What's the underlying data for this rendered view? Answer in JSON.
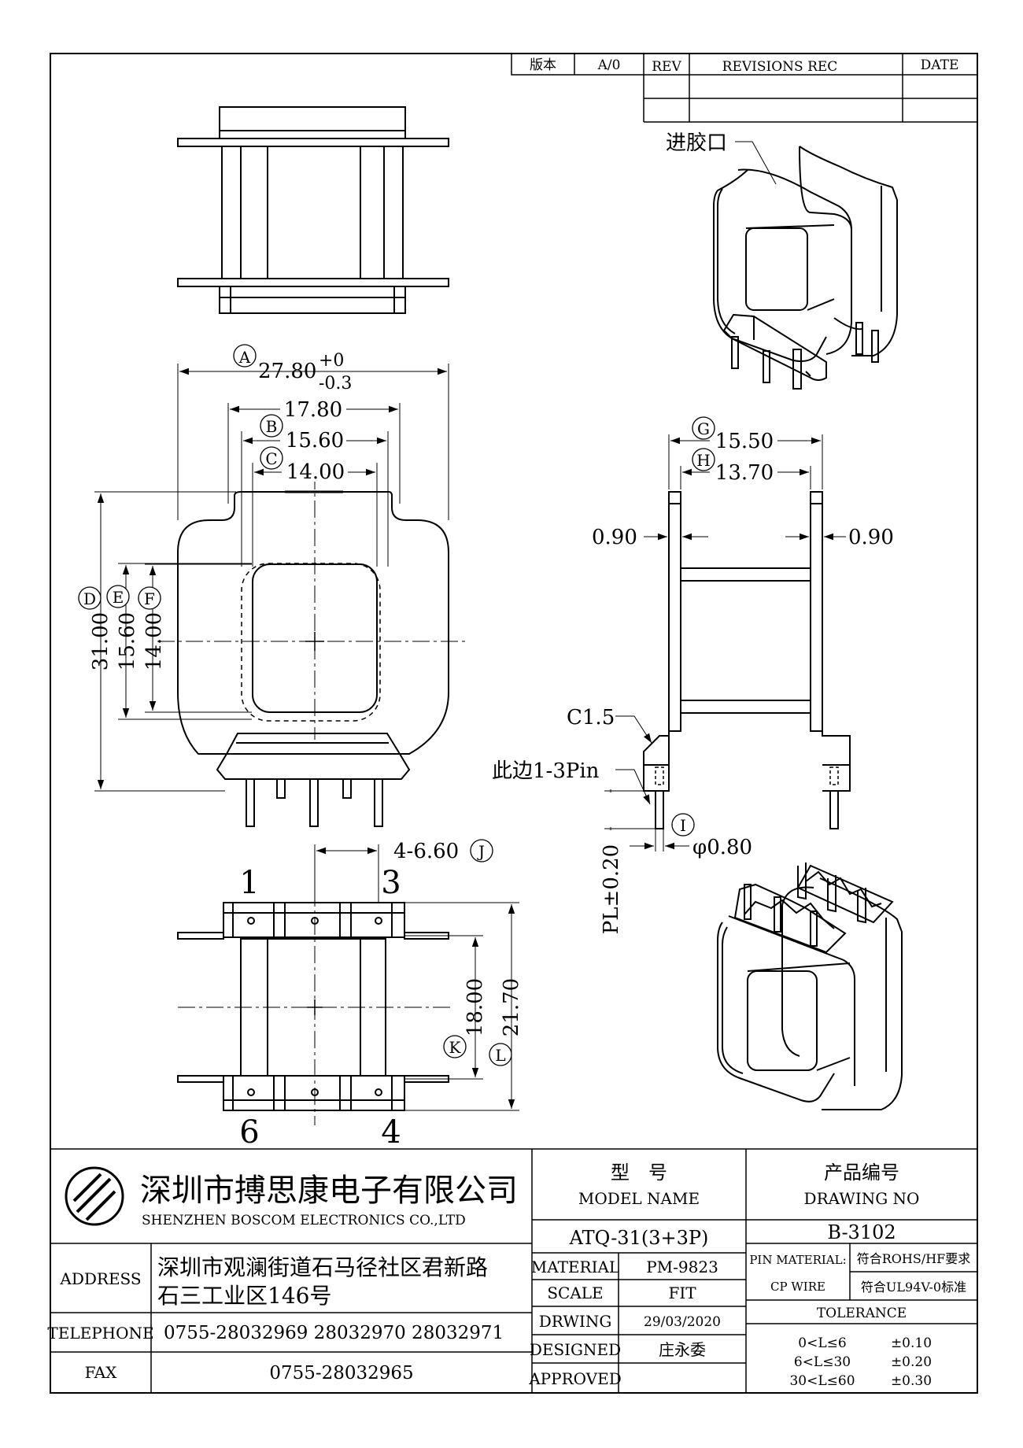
{
  "revision_block": {
    "version_label": "版本",
    "version_value": "A/0",
    "rev_label": "REV",
    "revisions_label": "REVISIONS REC",
    "date_label": "DATE"
  },
  "callouts": {
    "gate": "进胶口",
    "chamfer": "C1.5",
    "pin_side": "此边1-3Pin",
    "pin_length": "PL±0.20",
    "pin_diameter": "φ0.80"
  },
  "dimensions": {
    "A": {
      "mark": "A",
      "value": "27.80",
      "tol_upper": "+0",
      "tol_lower": "-0.3"
    },
    "overall_width": "17.80",
    "B": {
      "mark": "B",
      "value": "15.60"
    },
    "C": {
      "mark": "C",
      "value": "14.00"
    },
    "D": {
      "mark": "D",
      "value": "31.00"
    },
    "E": {
      "mark": "E",
      "value": "15.60"
    },
    "F": {
      "mark": "F",
      "value": "14.00"
    },
    "G": {
      "mark": "G",
      "value": "15.50"
    },
    "H": {
      "mark": "H",
      "value": "13.70"
    },
    "flange_left": "0.90",
    "flange_right": "0.90",
    "I": {
      "mark": "I"
    },
    "J": {
      "mark": "J",
      "value": "4-6.60"
    },
    "K": {
      "mark": "K",
      "value": "18.00"
    },
    "L": {
      "mark": "L",
      "value": "21.70"
    }
  },
  "pin_labels": {
    "p1": "1",
    "p3": "3",
    "p4": "4",
    "p6": "6"
  },
  "title_block": {
    "company_cn": "深圳市搏思康电子有限公司",
    "company_en": "SHENZHEN BOSCOM ELECTRONICS CO.,LTD",
    "model_label_cn": "型　号",
    "model_label_en": "MODEL NAME",
    "model_value": "ATQ-31(3+3P)",
    "drawing_label_cn": "产品编号",
    "drawing_label_en": "DRAWING NO",
    "drawing_value": "B-3102",
    "address_label": "ADDRESS",
    "address_line1": "深圳市观澜街道石马径社区君新路",
    "address_line2": "石三工业区146号",
    "telephone_label": "TELEPHONE",
    "telephone_value": "0755-28032969 28032970 28032971",
    "fax_label": "FAX",
    "fax_value": "0755-28032965",
    "material_label": "MATERIAL",
    "material_value": "PM-9823",
    "scale_label": "SCALE",
    "scale_value": "FIT",
    "drawing_date_label": "DRWING",
    "drawing_date_value": "29/03/2020",
    "designed_label": "DESIGNED",
    "designed_value": "庄永委",
    "approved_label": "APPROVED",
    "approved_value": "",
    "pin_material_label": "PIN MATERIAL:",
    "pin_material_value": "符合ROHS/HF要求",
    "cp_wire_label": "CP WIRE",
    "cp_wire_value": "符合UL94V-0标准",
    "tolerance_label": "TOLERANCE",
    "tolerance_rows": [
      {
        "range": "0<L≤6",
        "value": "±0.10"
      },
      {
        "range": "6<L≤30",
        "value": "±0.20"
      },
      {
        "range": "30<L≤60",
        "value": "±0.30"
      }
    ]
  }
}
